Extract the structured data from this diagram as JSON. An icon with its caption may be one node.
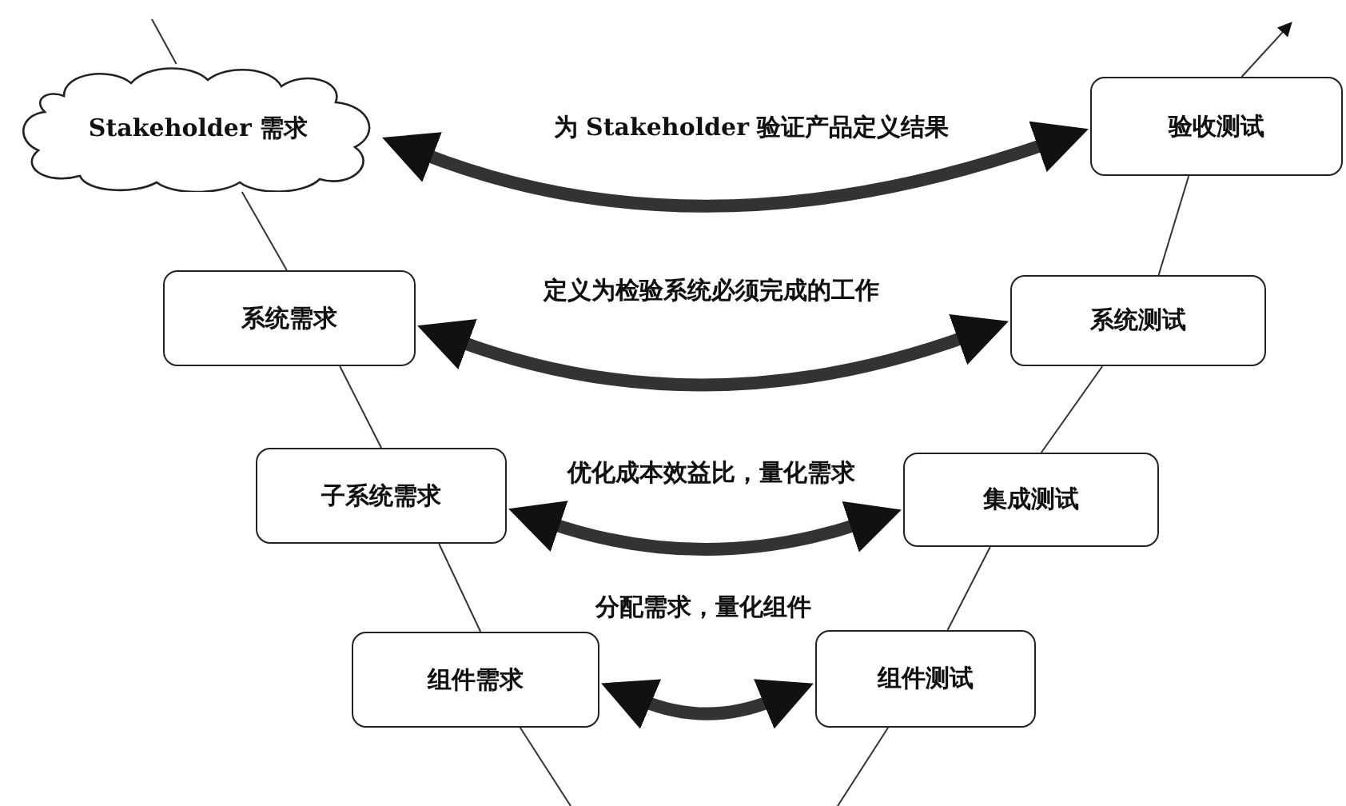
{
  "diagram": {
    "nodes": [
      {
        "text": [
          "Stakeholder 需求"
        ]
      },
      {
        "text": [
          "验收测试"
        ]
      },
      {
        "text": [
          "系统需求"
        ]
      },
      {
        "text": [
          "系统测试"
        ]
      },
      {
        "text": [
          "子系统需求"
        ]
      },
      {
        "text": [
          "集成测试"
        ]
      },
      {
        "text": [
          "组件需求"
        ]
      },
      {
        "text": [
          "组件测试"
        ]
      }
    ],
    "edges": [
      {
        "from": null,
        "to": 0,
        "arrow": "none"
      },
      {
        "from": 0,
        "to": 2,
        "arrow": "none"
      },
      {
        "from": 2,
        "to": 4,
        "arrow": "none"
      },
      {
        "from": 4,
        "to": 6,
        "arrow": "none"
      },
      {
        "from": 6,
        "to": null,
        "arrow": "none"
      },
      {
        "from": null,
        "to": 7,
        "arrow": "none"
      },
      {
        "from": 7,
        "to": 5,
        "arrow": "none"
      },
      {
        "from": 5,
        "to": 3,
        "arrow": "none"
      },
      {
        "from": 3,
        "to": 1,
        "arrow": "none"
      },
      {
        "from": 1,
        "to": null,
        "arrow": "to"
      },
      {
        "from": 0,
        "to": 1,
        "arrow": "both",
        "style": "thick",
        "label": "为 Stakeholder 验证产品定义结果"
      },
      {
        "from": 2,
        "to": 3,
        "arrow": "both",
        "style": "thick",
        "label": "定义为检验系统必须完成的工作"
      },
      {
        "from": 4,
        "to": 5,
        "arrow": "both",
        "style": "thick",
        "label": "优化成本效益比，量化需求"
      },
      {
        "from": 6,
        "to": 7,
        "arrow": "both",
        "style": "thick",
        "label": "分配需求，量化组件"
      }
    ]
  }
}
